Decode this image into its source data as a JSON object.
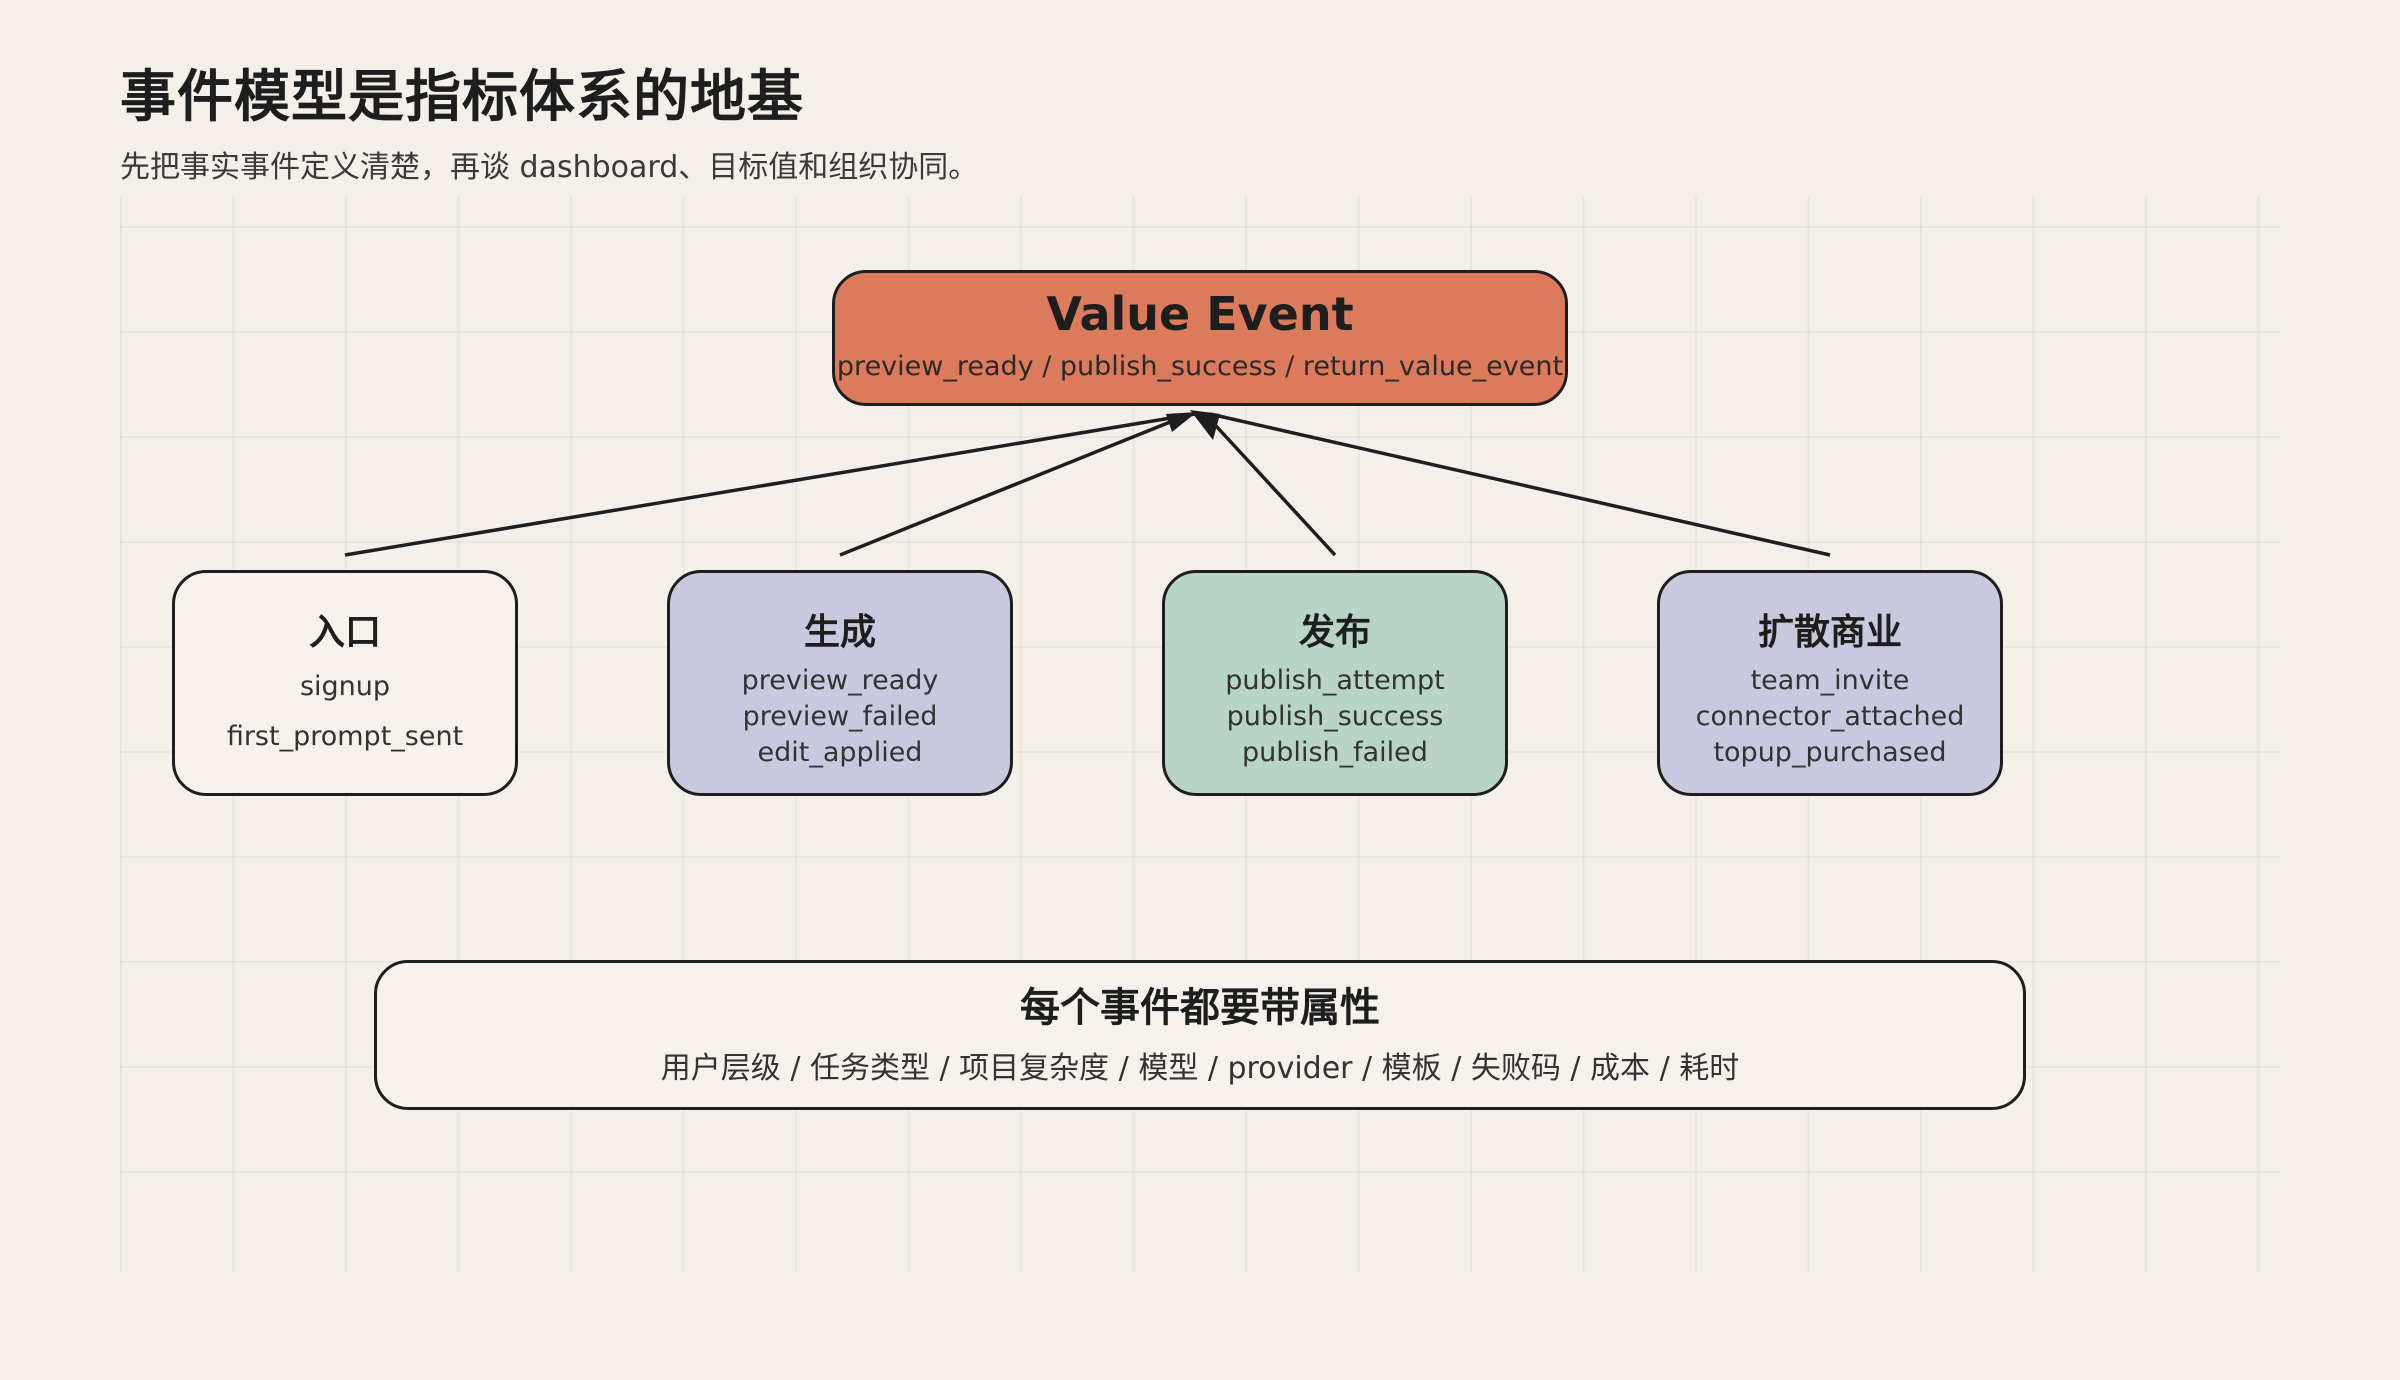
{
  "header": {
    "title": "事件模型是指标体系的地基",
    "subtitle": "先把事实事件定义清楚，再谈 dashboard、目标值和组织协同。"
  },
  "value_event": {
    "name": "Value Event",
    "events": "preview_ready / publish_success / return_value_event"
  },
  "stages": [
    {
      "name": "入口",
      "events": [
        "signup",
        "first_prompt_sent"
      ]
    },
    {
      "name": "生成",
      "events": [
        "preview_ready",
        "preview_failed",
        "edit_applied"
      ]
    },
    {
      "name": "发布",
      "events": [
        "publish_attempt",
        "publish_success",
        "publish_failed"
      ]
    },
    {
      "name": "扩散商业",
      "events": [
        "team_invite",
        "connector_attached",
        "topup_purchased"
      ]
    }
  ],
  "attributes": {
    "title": "每个事件都要带属性",
    "list": "用户层级 / 任务类型 / 项目复杂度 / 模型 / provider / 模板 / 失败码 / 成本 / 耗时"
  },
  "colors": {
    "value_event": "#dc7a5c",
    "generate": "#c8c9de",
    "publish": "#b8d4c7",
    "spread": "#c8c9de",
    "neutral": "#f6f2eb"
  }
}
